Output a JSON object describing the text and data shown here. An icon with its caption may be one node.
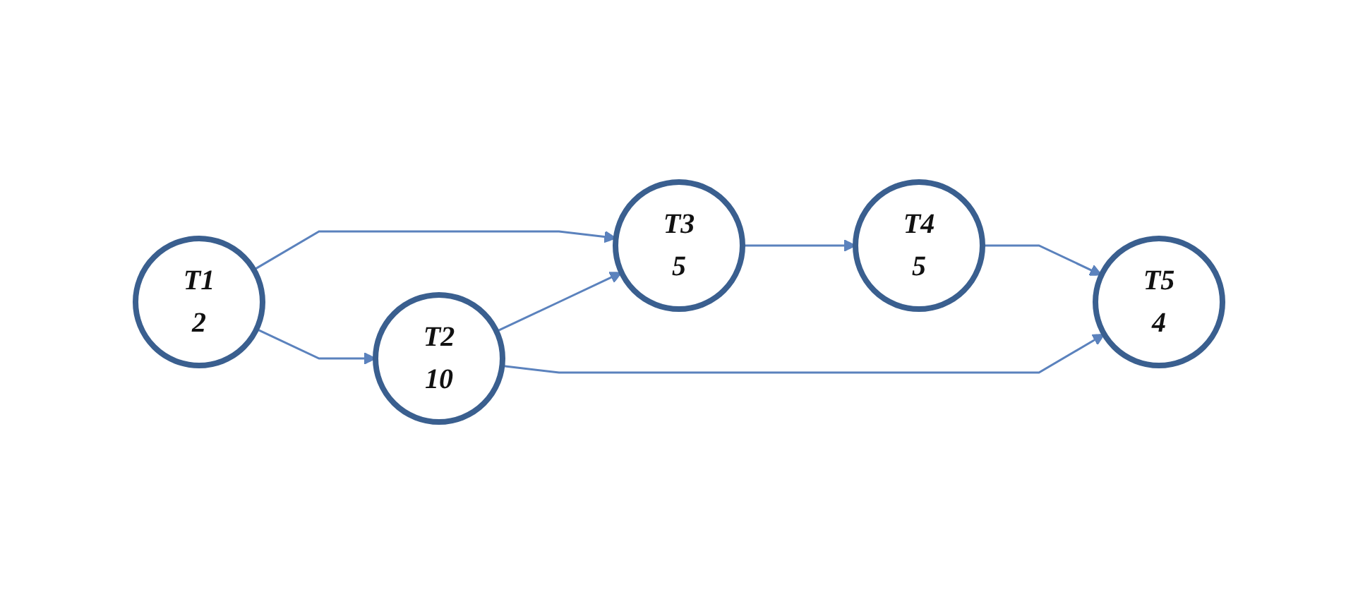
{
  "diagram": {
    "nodes": [
      {
        "text": [
          "T1",
          "2"
        ]
      },
      {
        "text": [
          "T3",
          "5"
        ]
      },
      {
        "text": [
          "T2",
          "10"
        ]
      },
      {
        "text": [
          "T4",
          "5"
        ]
      },
      {
        "text": [
          "T5",
          "4"
        ]
      }
    ],
    "edges": [
      {
        "from": 0,
        "to": 1,
        "arrow": "to"
      },
      {
        "from": 0,
        "to": 2,
        "arrow": "to"
      },
      {
        "from": 2,
        "to": 1,
        "arrow": "to"
      },
      {
        "from": 1,
        "to": 3,
        "arrow": "to"
      },
      {
        "from": 3,
        "to": 4,
        "arrow": "to"
      },
      {
        "from": 2,
        "to": 4,
        "arrow": "to"
      }
    ]
  }
}
